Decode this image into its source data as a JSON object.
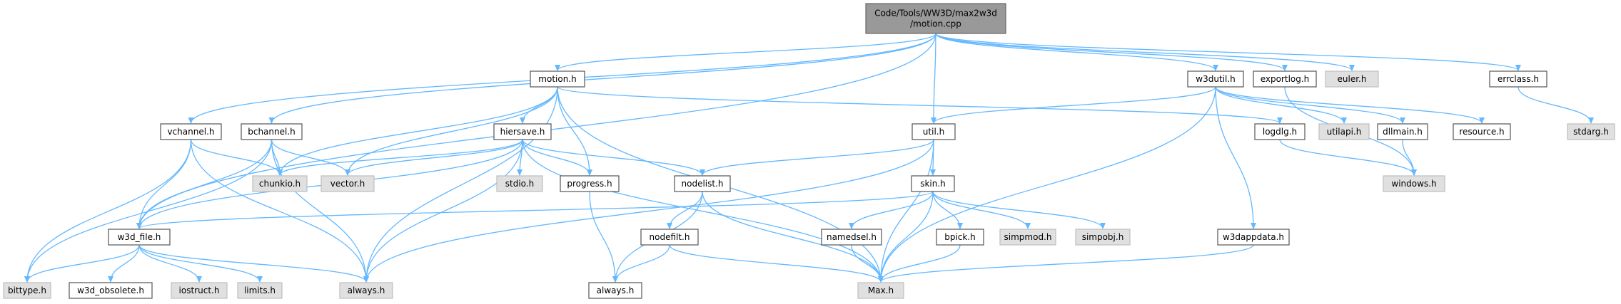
{
  "colors": {
    "edge": "#63b8ff",
    "root_fill": "#999999",
    "local_fill": "#ffffff",
    "external_fill": "#e0e0e0"
  },
  "nodes": [
    {
      "id": "root",
      "lines": [
        "Code/Tools/WW3D/max2w3d",
        "/motion.cpp"
      ],
      "kind": "root"
    },
    {
      "id": "motion_h",
      "lines": [
        "motion.h"
      ],
      "kind": "local"
    },
    {
      "id": "w3dutil_h",
      "lines": [
        "w3dutil.h"
      ],
      "kind": "local"
    },
    {
      "id": "exportlog_h",
      "lines": [
        "exportlog.h"
      ],
      "kind": "local"
    },
    {
      "id": "euler_h",
      "lines": [
        "euler.h"
      ],
      "kind": "external"
    },
    {
      "id": "errclass_h",
      "lines": [
        "errclass.h"
      ],
      "kind": "local"
    },
    {
      "id": "vchannel_h",
      "lines": [
        "vchannel.h"
      ],
      "kind": "local"
    },
    {
      "id": "bchannel_h",
      "lines": [
        "bchannel.h"
      ],
      "kind": "local"
    },
    {
      "id": "hiersave_h",
      "lines": [
        "hiersave.h"
      ],
      "kind": "local"
    },
    {
      "id": "util_h",
      "lines": [
        "util.h"
      ],
      "kind": "local"
    },
    {
      "id": "logdlg_h",
      "lines": [
        "logdlg.h"
      ],
      "kind": "local"
    },
    {
      "id": "utilapi_h",
      "lines": [
        "utilapi.h"
      ],
      "kind": "external"
    },
    {
      "id": "dllmain_h",
      "lines": [
        "dllmain.h"
      ],
      "kind": "local"
    },
    {
      "id": "resource_h",
      "lines": [
        "resource.h"
      ],
      "kind": "local"
    },
    {
      "id": "stdarg_h",
      "lines": [
        "stdarg.h"
      ],
      "kind": "external"
    },
    {
      "id": "chunkio_h",
      "lines": [
        "chunkio.h"
      ],
      "kind": "external"
    },
    {
      "id": "vector_h",
      "lines": [
        "vector.h"
      ],
      "kind": "external"
    },
    {
      "id": "stdio_h",
      "lines": [
        "stdio.h"
      ],
      "kind": "external"
    },
    {
      "id": "progress_h",
      "lines": [
        "progress.h"
      ],
      "kind": "local"
    },
    {
      "id": "nodelist_h",
      "lines": [
        "nodelist.h"
      ],
      "kind": "local"
    },
    {
      "id": "skin_h",
      "lines": [
        "skin.h"
      ],
      "kind": "local"
    },
    {
      "id": "windows_h",
      "lines": [
        "windows.h"
      ],
      "kind": "external"
    },
    {
      "id": "w3d_file_h",
      "lines": [
        "w3d_file.h"
      ],
      "kind": "local"
    },
    {
      "id": "nodefilt_h",
      "lines": [
        "nodefilt.h"
      ],
      "kind": "local"
    },
    {
      "id": "namedsel_h",
      "lines": [
        "namedsel.h"
      ],
      "kind": "local"
    },
    {
      "id": "bpick_h",
      "lines": [
        "bpick.h"
      ],
      "kind": "local"
    },
    {
      "id": "simpmod_h",
      "lines": [
        "simpmod.h"
      ],
      "kind": "external"
    },
    {
      "id": "simpobj_h",
      "lines": [
        "simpobj.h"
      ],
      "kind": "external"
    },
    {
      "id": "w3dappdata_h",
      "lines": [
        "w3dappdata.h"
      ],
      "kind": "local"
    },
    {
      "id": "bittype_h",
      "lines": [
        "bittype.h"
      ],
      "kind": "external"
    },
    {
      "id": "w3d_obsolete_h",
      "lines": [
        "w3d_obsolete.h"
      ],
      "kind": "local"
    },
    {
      "id": "iostruct_h",
      "lines": [
        "iostruct.h"
      ],
      "kind": "external"
    },
    {
      "id": "limits_h",
      "lines": [
        "limits.h"
      ],
      "kind": "external"
    },
    {
      "id": "always_h_ext",
      "lines": [
        "always.h"
      ],
      "kind": "external"
    },
    {
      "id": "always_h_local",
      "lines": [
        "always.h"
      ],
      "kind": "local"
    },
    {
      "id": "max_h",
      "lines": [
        "Max.h"
      ],
      "kind": "external"
    }
  ],
  "edges": [
    [
      "root",
      "motion_h"
    ],
    [
      "root",
      "w3dutil_h"
    ],
    [
      "root",
      "exportlog_h"
    ],
    [
      "root",
      "euler_h"
    ],
    [
      "root",
      "errclass_h"
    ],
    [
      "root",
      "vchannel_h"
    ],
    [
      "root",
      "bchannel_h"
    ],
    [
      "root",
      "util_h"
    ],
    [
      "root",
      "w3d_file_h"
    ],
    [
      "motion_h",
      "hiersave_h"
    ],
    [
      "motion_h",
      "chunkio_h"
    ],
    [
      "motion_h",
      "vector_h"
    ],
    [
      "motion_h",
      "progress_h"
    ],
    [
      "motion_h",
      "always_h_ext"
    ],
    [
      "motion_h",
      "max_h"
    ],
    [
      "motion_h",
      "logdlg_h"
    ],
    [
      "w3dutil_h",
      "util_h"
    ],
    [
      "w3dutil_h",
      "utilapi_h"
    ],
    [
      "w3dutil_h",
      "dllmain_h"
    ],
    [
      "w3dutil_h",
      "resource_h"
    ],
    [
      "w3dutil_h",
      "w3dappdata_h"
    ],
    [
      "w3dutil_h",
      "max_h"
    ],
    [
      "exportlog_h",
      "windows_h"
    ],
    [
      "errclass_h",
      "stdarg_h"
    ],
    [
      "vchannel_h",
      "chunkio_h"
    ],
    [
      "vchannel_h",
      "w3d_file_h"
    ],
    [
      "vchannel_h",
      "bittype_h"
    ],
    [
      "vchannel_h",
      "always_h_ext"
    ],
    [
      "bchannel_h",
      "chunkio_h"
    ],
    [
      "bchannel_h",
      "vector_h"
    ],
    [
      "bchannel_h",
      "w3d_file_h"
    ],
    [
      "bchannel_h",
      "always_h_ext"
    ],
    [
      "bchannel_h",
      "bittype_h"
    ],
    [
      "hiersave_h",
      "chunkio_h"
    ],
    [
      "hiersave_h",
      "vector_h"
    ],
    [
      "hiersave_h",
      "stdio_h"
    ],
    [
      "hiersave_h",
      "progress_h"
    ],
    [
      "hiersave_h",
      "nodelist_h"
    ],
    [
      "hiersave_h",
      "w3d_file_h"
    ],
    [
      "hiersave_h",
      "always_h_ext"
    ],
    [
      "hiersave_h",
      "max_h"
    ],
    [
      "util_h",
      "skin_h"
    ],
    [
      "util_h",
      "nodelist_h"
    ],
    [
      "util_h",
      "always_h_ext"
    ],
    [
      "util_h",
      "max_h"
    ],
    [
      "logdlg_h",
      "windows_h"
    ],
    [
      "dllmain_h",
      "windows_h"
    ],
    [
      "progress_h",
      "always_h_local"
    ],
    [
      "nodelist_h",
      "nodefilt_h"
    ],
    [
      "nodelist_h",
      "always_h_local"
    ],
    [
      "nodelist_h",
      "max_h"
    ],
    [
      "skin_h",
      "w3d_file_h"
    ],
    [
      "skin_h",
      "namedsel_h"
    ],
    [
      "skin_h",
      "bpick_h"
    ],
    [
      "skin_h",
      "simpmod_h"
    ],
    [
      "skin_h",
      "simpobj_h"
    ],
    [
      "skin_h",
      "max_h"
    ],
    [
      "nodefilt_h",
      "always_h_local"
    ],
    [
      "nodefilt_h",
      "max_h"
    ],
    [
      "namedsel_h",
      "max_h"
    ],
    [
      "bpick_h",
      "max_h"
    ],
    [
      "w3dappdata_h",
      "max_h"
    ],
    [
      "w3d_file_h",
      "bittype_h"
    ],
    [
      "w3d_file_h",
      "w3d_obsolete_h"
    ],
    [
      "w3d_file_h",
      "iostruct_h"
    ],
    [
      "w3d_file_h",
      "limits_h"
    ],
    [
      "w3d_file_h",
      "always_h_ext"
    ]
  ]
}
